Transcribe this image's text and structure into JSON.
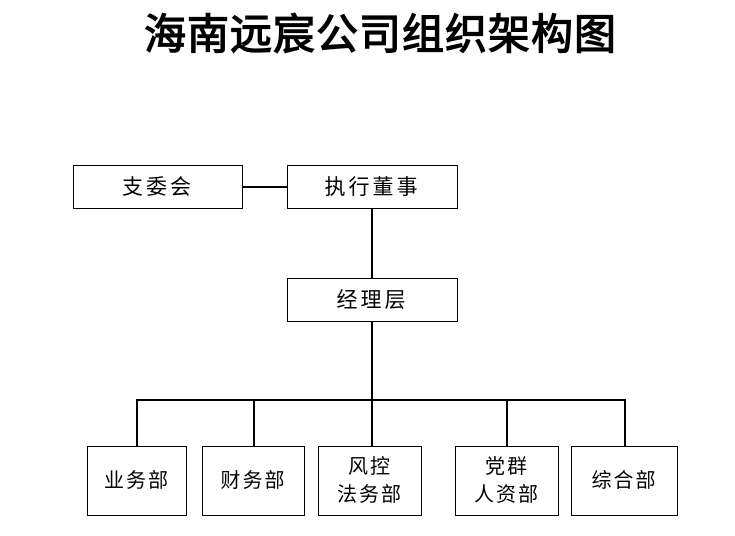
{
  "title": "海南远宸公司组织架构图",
  "nodes": {
    "branch_committee": {
      "label": "支委会"
    },
    "executive_director": {
      "label": "执行董事"
    },
    "management": {
      "label": "经理层"
    },
    "departments": [
      {
        "label": "业务部"
      },
      {
        "label": "财务部"
      },
      {
        "label": "风控法务部",
        "line1": "风控",
        "line2": "法务部"
      },
      {
        "label": "党群人资部",
        "line1": "党群",
        "line2": "人资部"
      },
      {
        "label": "综合部"
      }
    ]
  },
  "colors": {
    "background": "#ffffff",
    "line": "#000000",
    "text": "#000000"
  }
}
